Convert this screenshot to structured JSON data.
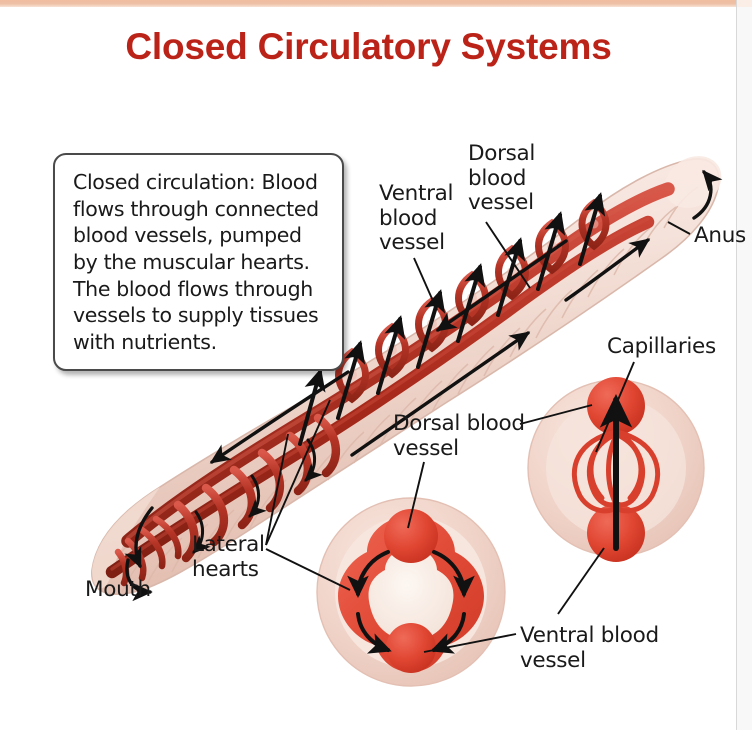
{
  "page": {
    "title": "Closed Circulatory Systems",
    "title_color": "#bc2318",
    "background": "#ffffff"
  },
  "callout": {
    "text": "Closed circulation: Blood flows through connected blood vessels, pumped by the muscular hearts. The blood flows through vessels to supply tissues with nutrients."
  },
  "labels": {
    "ventral_blood_vessel_top": "Ventral\nblood\nvessel",
    "dorsal_blood_vessel_top": "Dorsal\nblood\nvessel",
    "anus": "Anus",
    "capillaries": "Capillaries",
    "dorsal_blood_vessel_mid": "Dorsal blood\nvessel",
    "lateral_hearts": "Lateral\nhearts",
    "mouth": "Mouth",
    "ventral_blood_vessel_bottom": "Ventral blood\nvessel"
  },
  "diagram": {
    "organism": "earthworm",
    "colors": {
      "body_light": "#f6e2da",
      "body_mid": "#eccfc4",
      "body_outline": "#dcbdb1",
      "vessel_dark": "#9e2b1c",
      "vessel_mid": "#c0392a",
      "vessel_bright": "#e8453a",
      "arrow": "#111111",
      "cross_section_rim": "#f0d6cc",
      "cross_section_lumen": "#fbf1ea"
    },
    "parts": [
      "dorsal blood vessel",
      "ventral blood vessel",
      "lateral hearts",
      "capillaries",
      "mouth",
      "anus"
    ],
    "cross_sections": [
      {
        "name": "body-cross-section",
        "shows": [
          "dorsal blood vessel",
          "ventral blood vessel",
          "lateral hearts"
        ]
      },
      {
        "name": "capillary-cross-section",
        "shows": [
          "dorsal blood vessel",
          "ventral blood vessel",
          "capillaries"
        ]
      }
    ]
  }
}
